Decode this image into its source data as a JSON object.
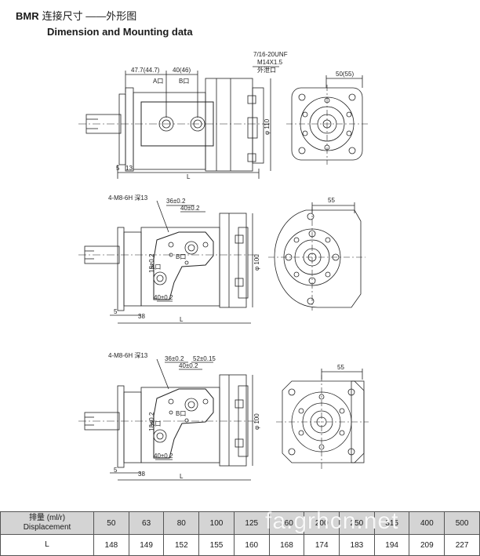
{
  "header": {
    "title_model": "BMR",
    "title_cn": "连接尺寸 ——外形图",
    "title_en": "Dimension and Mounting data"
  },
  "drawing1": {
    "dim_ports_1": "47.7(44.7)",
    "dim_ports_2": "40(46)",
    "port_a": "A口",
    "port_b": "B口",
    "note_thread1": "7/16-20UNF",
    "note_thread2": "M14X1.5",
    "note_drain": "外泄口",
    "dim_5": "5",
    "dim_13": "13",
    "dim_L": "L",
    "dim_dia": "φ 110",
    "dim_width": "50(55)"
  },
  "drawing2": {
    "thread_note": "4-M8-6H 深13",
    "dim_36": "36±0.2",
    "dim_40a": "40±0.2",
    "dim_18": "18±0.2",
    "dim_40b": "40±0.2",
    "port_a": "A口",
    "port_b": "B口",
    "dim_5": "5",
    "dim_38": "38",
    "dim_L": "L",
    "dim_dia": "φ 100",
    "dim_55": "55"
  },
  "drawing3": {
    "thread_note": "4-M8-6H 深13",
    "dim_36": "36±0.2",
    "dim_52": "52±0.15",
    "dim_40a": "40±0.2",
    "dim_18": "18±0.2",
    "dim_40b": "40±0.2",
    "port_a": "A口",
    "port_b": "B口",
    "dim_5": "5",
    "dim_38": "38",
    "dim_L": "L",
    "dim_dia": "φ 100",
    "dim_55": "55"
  },
  "spec_table": {
    "header_cn": "排量 (ml/r)",
    "header_en": "Displacement",
    "row_label": "L",
    "displacements": [
      "50",
      "63",
      "80",
      "100",
      "125",
      "160",
      "200",
      "250",
      "315",
      "400",
      "500"
    ],
    "lengths": [
      "148",
      "149",
      "152",
      "155",
      "160",
      "168",
      "174",
      "183",
      "194",
      "209",
      "227"
    ]
  },
  "watermark": "fa.grhcn.net"
}
